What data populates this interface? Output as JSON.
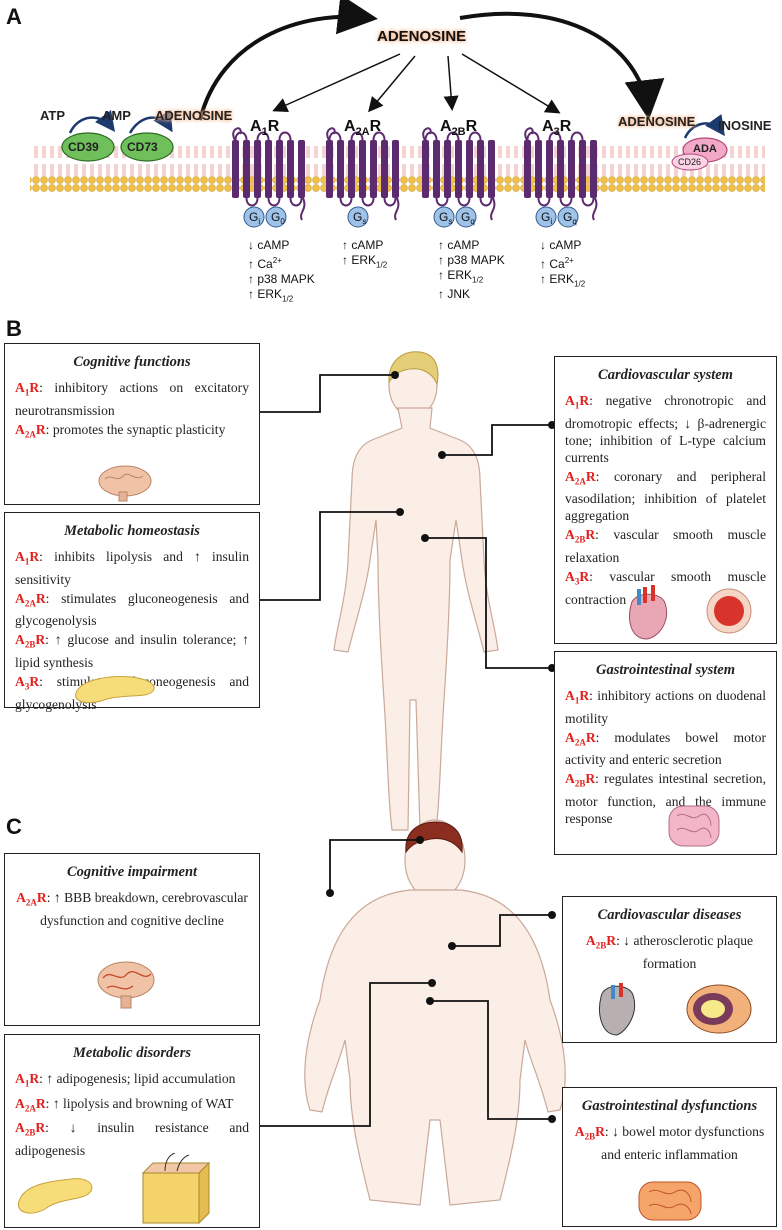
{
  "panels": {
    "a": "A",
    "b": "B",
    "c": "C"
  },
  "panel_a": {
    "adenosine_top": "ADENOSINE",
    "atp": "ATP",
    "amp": "AMP",
    "cd39": "CD39",
    "cd73": "CD73",
    "adenosine_left": "ADENOSINE",
    "adenosine_right": "ADENOSINE",
    "ada": "ADA",
    "cd26": "CD26",
    "inosine": "INOSINE",
    "receptors": [
      {
        "main": "A",
        "sub": "1",
        "suffix": "R",
        "proteins": [
          "Gi",
          "G0"
        ],
        "signals": [
          "↓ cAMP",
          "↑ Ca2+",
          "↑ p38 MAPK",
          "↑ ERK1/2"
        ]
      },
      {
        "main": "A",
        "sub": "2A",
        "suffix": "R",
        "proteins": [
          "Gs"
        ],
        "signals": [
          "↑ cAMP",
          "↑ ERK1/2"
        ]
      },
      {
        "main": "A",
        "sub": "2B",
        "suffix": "R",
        "proteins": [
          "Gs",
          "Gq"
        ],
        "signals": [
          "↑ cAMP",
          "↑ p38 MAPK",
          "↑ ERK1/2",
          "↑ JNK"
        ]
      },
      {
        "main": "A",
        "sub": "3",
        "suffix": "R",
        "proteins": [
          "Gi",
          "Gq"
        ],
        "signals": [
          "↓ cAMP",
          "↑ Ca2+",
          "↑ ERK1/2"
        ]
      }
    ],
    "colors": {
      "membrane": "#f2c14a",
      "receptor": "#5c2a6e",
      "enzyme": "#6fbf5b",
      "gprotein": "#9fc3e8",
      "ada": "#f3a8c8"
    }
  },
  "panel_b": {
    "cognitive": {
      "title": "Cognitive functions",
      "entries": [
        {
          "rec": "A1R",
          "text": ": inhibitory actions on excitatory neurotransmission"
        },
        {
          "rec": "A2AR",
          "text": ": promotes the synaptic plasticity"
        }
      ]
    },
    "metabolic": {
      "title": "Metabolic homeostasis",
      "entries": [
        {
          "rec": "A1R",
          "text": ": inhibits lipolysis and ↑ insulin sensitivity"
        },
        {
          "rec": "A2AR",
          "text": ": stimulates gluconeogenesis and glycogenolysis"
        },
        {
          "rec": "A2BR",
          "text": ": ↑ glucose and insulin tolerance; ↑ lipid synthesis"
        },
        {
          "rec": "A3R",
          "text": ": stimulates gluconeogenesis and glycogenolysis"
        }
      ]
    },
    "cardio": {
      "title": "Cardiovascular system",
      "entries": [
        {
          "rec": "A1R",
          "text": ": negative chronotropic and dromotropic effects; ↓ β-adrenergic tone; inhibition of L-type calcium currents"
        },
        {
          "rec": "A2AR",
          "text": ": coronary and peripheral vasodilation; inhibition of platelet aggregation"
        },
        {
          "rec": "A2BR",
          "text": ": vascular smooth muscle relaxation"
        },
        {
          "rec": "A3R",
          "text": ": vascular smooth muscle contraction"
        }
      ]
    },
    "gastro": {
      "title": "Gastrointestinal system",
      "entries": [
        {
          "rec": "A1R",
          "text": ": inhibitory actions on duodenal motility"
        },
        {
          "rec": "A2AR",
          "text": ": modulates bowel motor activity and enteric secretion"
        },
        {
          "rec": "A2BR",
          "text": ": regulates intestinal secretion, motor function, and the immune response"
        }
      ]
    }
  },
  "panel_c": {
    "cognitive": {
      "title": "Cognitive impairment",
      "entries": [
        {
          "rec": "A2AR",
          "text": ": ↑ BBB breakdown, cerebrovascular dysfunction and cognitive decline"
        }
      ]
    },
    "metabolic": {
      "title": "Metabolic disorders",
      "entries": [
        {
          "rec": "A1R",
          "text": ": ↑ adipogenesis; lipid accumulation"
        },
        {
          "rec": "A2AR",
          "text": ": ↑ lipolysis and browning of WAT"
        },
        {
          "rec": "A2BR",
          "text": ": ↓ insulin resistance and adipogenesis"
        }
      ]
    },
    "cardio": {
      "title": "Cardiovascular diseases",
      "entries": [
        {
          "rec": "A2BR",
          "text": ": ↓ atherosclerotic plaque formation"
        }
      ]
    },
    "gastro": {
      "title": "Gastrointestinal dysfunctions",
      "entries": [
        {
          "rec": "A2BR",
          "text": ": ↓ bowel motor dysfunctions and enteric inflammation"
        }
      ]
    }
  }
}
